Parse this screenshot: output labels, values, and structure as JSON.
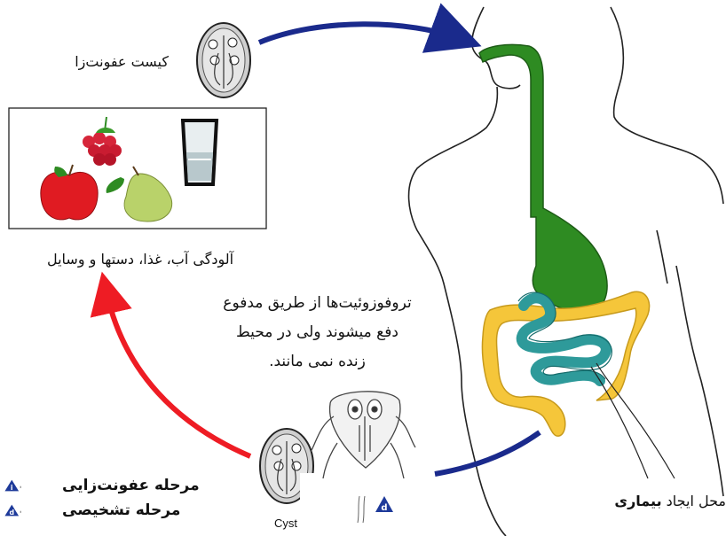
{
  "labels": {
    "infective_cyst": "کیست عفونت‌زا",
    "contamination": "آلودگی آب، غذا، دستها و وسایل",
    "note_lines": [
      "تروفوزوئیت‌ها از طریق مدفوع",
      "دفع میشوند ولی در محیط",
      "زنده نمی مانند."
    ],
    "cyst_caption": "Cyst",
    "disease_site_prefix": "محل ایجاد",
    "disease_site_bold": "بیماری"
  },
  "legend": {
    "infective_label": "مرحله عفونت‌زایی",
    "infective_icon": "i",
    "diagnostic_label": "مرحله تشخیصی",
    "diagnostic_icon": "d"
  },
  "colors": {
    "arrow_blue": "#1a2a8c",
    "arrow_red": "#ee1c24",
    "digestive_green": "#2e8b22",
    "colon_yellow": "#f5c63a",
    "small_intestine_teal": "#2e9a9a",
    "icon_blue": "#1e3a9a"
  }
}
